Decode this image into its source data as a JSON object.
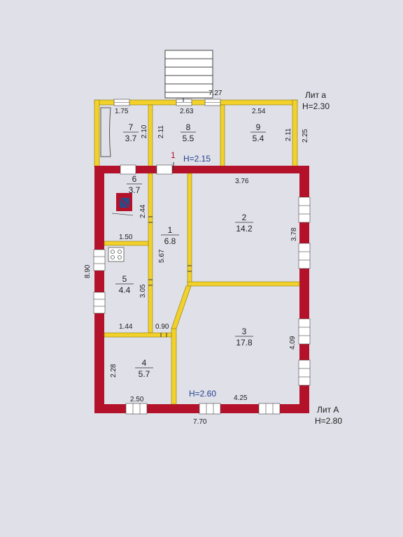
{
  "plan": {
    "main": {
      "lit": "Лит А",
      "height": "H=2.80"
    },
    "annex": {
      "lit": "Лит а",
      "height": "H=2.30"
    },
    "annex_ceiling": "H=2.15",
    "main_ceiling": "H=2.60",
    "entrance_number": "1",
    "colors": {
      "outer_wall": "#b3122a",
      "inner_wall": "#f2d12a",
      "background": "#dfe0e8",
      "window": "#ffffff"
    },
    "rooms": [
      {
        "number": "1",
        "area": "6.8"
      },
      {
        "number": "2",
        "area": "14.2"
      },
      {
        "number": "3",
        "area": "17.8"
      },
      {
        "number": "4",
        "area": "5.7"
      },
      {
        "number": "5",
        "area": "4.4"
      },
      {
        "number": "6",
        "area": "3.7"
      },
      {
        "number": "7",
        "area": "3.7"
      },
      {
        "number": "8",
        "area": "5.5"
      },
      {
        "number": "9",
        "area": "5.4"
      }
    ],
    "dimensions": {
      "d175": "1.75",
      "d263": "2.63",
      "d727": "7.27",
      "d254": "2.54",
      "d210": "2.10",
      "d211a": "2.11",
      "d211b": "2.11",
      "d225": "2.25",
      "d376": "3.76",
      "d244": "2.44",
      "d150": "1.50",
      "d567": "5.67",
      "d378": "3.78",
      "d890": "8.90",
      "d305": "3.05",
      "d144": "1.44",
      "d090": "0.90",
      "d409": "4.09",
      "d228": "2.28",
      "d250": "2.50",
      "d425": "4.25",
      "d770": "7.70"
    }
  }
}
